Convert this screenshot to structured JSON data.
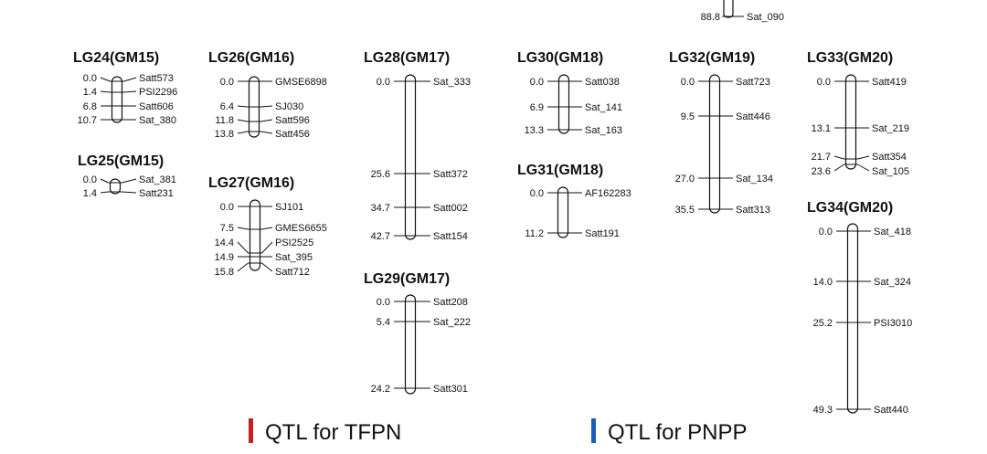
{
  "linkage_groups": [
    {
      "id": "lg-top",
      "title": "",
      "markers": [
        {
          "pos": "88.8",
          "name": "Sat_090"
        }
      ]
    },
    {
      "id": "lg24",
      "title": "LG24(GM15)",
      "markers": [
        {
          "pos": "0.0",
          "name": "Satt573"
        },
        {
          "pos": "1.4",
          "name": "PSI2296"
        },
        {
          "pos": "6.8",
          "name": "Satt606"
        },
        {
          "pos": "10.7",
          "name": "Sat_380"
        }
      ]
    },
    {
      "id": "lg25",
      "title": "LG25(GM15)",
      "markers": [
        {
          "pos": "0.0",
          "name": "Sat_381"
        },
        {
          "pos": "1.4",
          "name": "Satt231"
        }
      ]
    },
    {
      "id": "lg26",
      "title": "LG26(GM16)",
      "markers": [
        {
          "pos": "0.0",
          "name": "GMSE6898"
        },
        {
          "pos": "6.4",
          "name": "SJ030"
        },
        {
          "pos": "11.8",
          "name": "Satt596"
        },
        {
          "pos": "13.8",
          "name": "Satt456"
        }
      ]
    },
    {
      "id": "lg27",
      "title": "LG27(GM16)",
      "markers": [
        {
          "pos": "0.0",
          "name": "SJ101"
        },
        {
          "pos": "7.5",
          "name": "GMES6655"
        },
        {
          "pos": "14.4",
          "name": "PSI2525"
        },
        {
          "pos": "14.9",
          "name": "Sat_395"
        },
        {
          "pos": "15.8",
          "name": "Satt712"
        }
      ]
    },
    {
      "id": "lg28",
      "title": "LG28(GM17)",
      "markers": [
        {
          "pos": "0.0",
          "name": "Sat_333"
        },
        {
          "pos": "25.6",
          "name": "Satt372"
        },
        {
          "pos": "34.7",
          "name": "Satt002"
        },
        {
          "pos": "42.7",
          "name": "Satt154"
        }
      ]
    },
    {
      "id": "lg29",
      "title": "LG29(GM17)",
      "markers": [
        {
          "pos": "0.0",
          "name": "Satt208"
        },
        {
          "pos": "5.4",
          "name": "Sat_222"
        },
        {
          "pos": "24.2",
          "name": "Satt301"
        }
      ]
    },
    {
      "id": "lg30",
      "title": "LG30(GM18)",
      "markers": [
        {
          "pos": "0.0",
          "name": "Satt038"
        },
        {
          "pos": "6.9",
          "name": "Sat_141"
        },
        {
          "pos": "13.3",
          "name": "Sat_163"
        }
      ]
    },
    {
      "id": "lg31",
      "title": "LG31(GM18)",
      "markers": [
        {
          "pos": "0.0",
          "name": "AF162283"
        },
        {
          "pos": "11.2",
          "name": "Satt191"
        }
      ]
    },
    {
      "id": "lg32",
      "title": "LG32(GM19)",
      "markers": [
        {
          "pos": "0.0",
          "name": "Satt723"
        },
        {
          "pos": "9.5",
          "name": "Satt446"
        },
        {
          "pos": "27.0",
          "name": "Sat_134"
        },
        {
          "pos": "35.5",
          "name": "Satt313"
        }
      ]
    },
    {
      "id": "lg33",
      "title": "LG33(GM20)",
      "markers": [
        {
          "pos": "0.0",
          "name": "Satt419"
        },
        {
          "pos": "13.1",
          "name": "Sat_219"
        },
        {
          "pos": "21.7",
          "name": "Satt354"
        },
        {
          "pos": "23.6",
          "name": "Sat_105"
        }
      ]
    },
    {
      "id": "lg34",
      "title": "LG34(GM20)",
      "markers": [
        {
          "pos": "0.0",
          "name": "Sat_418"
        },
        {
          "pos": "14.0",
          "name": "Sat_324"
        },
        {
          "pos": "25.2",
          "name": "PSI3010"
        },
        {
          "pos": "49.3",
          "name": "Satt440"
        }
      ]
    }
  ],
  "legend": [
    {
      "label": "QTL for TFPN",
      "color": "#c8201e"
    },
    {
      "label": "QTL for PNPP",
      "color": "#1560bd"
    }
  ]
}
